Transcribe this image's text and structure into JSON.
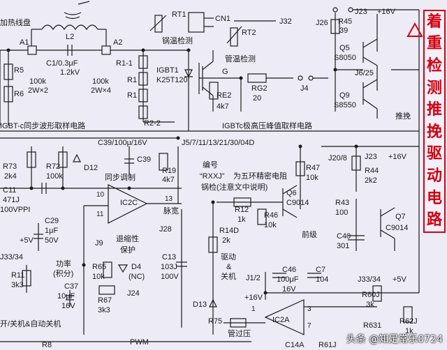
{
  "side_title": [
    "着",
    "重",
    "检",
    "测",
    "推",
    "挽",
    "驱",
    "动",
    "电",
    "路"
  ],
  "watermark": "头条 @知足常乐0724",
  "labels": {
    "heating_coil": "加热线盘",
    "a1": "A1",
    "a2": "A2",
    "l2": "L2",
    "c1": "C1/0.3μF",
    "c1_v": "1.2kV",
    "r1_1": "R1-1",
    "r1_a": "R1",
    "r1_b": "R1",
    "r1_vals": "100k",
    "r1_w": "2W×4",
    "r5": "R5",
    "r6": "R6",
    "r5_vals": "100k",
    "r5_w": "2W×2",
    "r2_2": "R2-2",
    "rt1": "RT1",
    "cn1": "CN1",
    "pot_temp": "锅温检测",
    "rt2": "RT2",
    "j32": "J32",
    "tube_temp": "管温检测",
    "igbt_name": "IGBT1",
    "igbt_part": "K25T120",
    "g": "G",
    "re2": "RE2",
    "re2_v": "4k7",
    "rg2": "RG2",
    "rg2_v": "20",
    "j4": "J4",
    "j26": "J26",
    "r45": "R45",
    "r45_v": "39",
    "j23": "J23",
    "plus16": "+16V",
    "q5": "Q5",
    "q5_p": "S8050",
    "j6": "J6/25",
    "q9": "Q9",
    "q9_p": "S8550",
    "push": "推挽",
    "sample1": "IGBT-c同步波形取样电路",
    "sample2": "IGBTc极高压峰值取样电路",
    "c39": "C39/100μ/16V",
    "jumpers": "J5/7/11/13/21/30/04D",
    "r73": "R73",
    "r73_v": "2k4",
    "r72": "R72",
    "r72_v": "100k",
    "d12": "D12",
    "c39b": "C39",
    "sync": "同步调制",
    "r19": "R19",
    "r19_v": "4k7",
    "code": "编号",
    "rxxj": "“RXXJ”",
    "rxxj_desc": "为五环精密电阻",
    "pot_check": "锅检(注意文中说明)",
    "j20": "J20/8",
    "j23b": "J23",
    "plus16b": "+16V",
    "r47": "R47",
    "r47_v": "10k",
    "r44": "R44",
    "r44_v": "2k2",
    "c11": "C11",
    "c11_v": "471J",
    "c11_v2": "100VPPI",
    "ic2c": "IC2C",
    "pin10": "10",
    "pin11": "11",
    "pin13": "13",
    "pwm_w": "脉宽",
    "r12": "R12",
    "r12_v": "1k",
    "r46": "R46",
    "r46_v": "10k",
    "q6": "Q6",
    "q6_p": "C9014",
    "r43": "R43",
    "r43_v": "100",
    "q7": "Q7",
    "q7_p": "C9014",
    "stage": "前级",
    "c40": "C40",
    "c40_v": "301",
    "c29": "C29",
    "c29_v": "1μF",
    "c29_v2": "50V",
    "j9": "J9",
    "retreat": "退缩性",
    "protect": "保护",
    "j28": "J28",
    "c13": "C13",
    "c13_v": "103J",
    "c13_v2": "100V",
    "r14": "R14D",
    "r14_v": "2k",
    "drive": "驱动",
    "amp": "&",
    "shutdown": "关机",
    "plus5": "+5V",
    "j33": "J33/34",
    "r11": "R11",
    "r11_v": "3k3",
    "power": "功率",
    "integral": "(积分)",
    "r65": "R65",
    "r65_v": "10k",
    "d4": "D4",
    "d4_v": "(NC)",
    "c37": "C37",
    "c37_v": "10μF",
    "c37_v2": "16V",
    "r67": "R67",
    "r67_v": "3k3",
    "j24": "J24",
    "j1": "J1/2",
    "plus16c": "+16V",
    "c46": "C46",
    "c46_v": "100μF",
    "c46_v2": "16V",
    "c7": "C7",
    "c7_v": "104",
    "j33b": "J33/34",
    "plus5b": "+5V",
    "r60": "R60J",
    "r60_v": "3k",
    "d13": "D13",
    "ic2a": "IC2A",
    "pin1": "1",
    "pin3": "3",
    "pin7": "7",
    "r75": "R75",
    "over_v": "管过压",
    "open_close": "开/关机&自动关机",
    "r8": "R8",
    "pwm": "PWM",
    "r631": "R631",
    "r62": "R62J",
    "r62_v": "1k",
    "c14": "C14A",
    "r61": "R61J"
  }
}
